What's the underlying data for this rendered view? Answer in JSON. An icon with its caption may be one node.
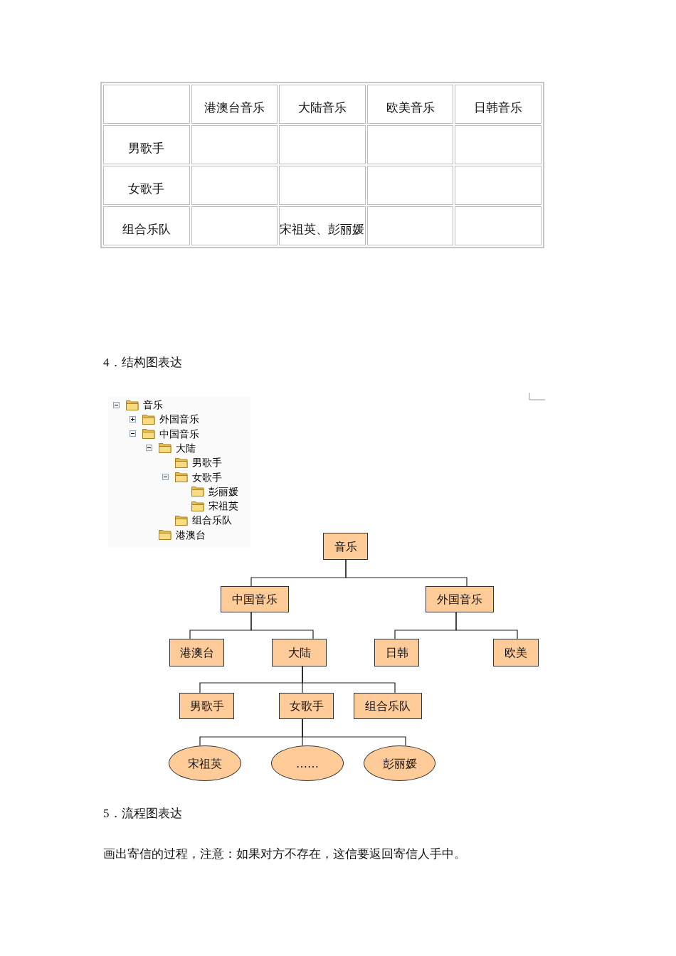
{
  "diagram": {
    "nodes": [
      {
        "text": [
          "音乐"
        ]
      },
      {
        "text": [
          "中国音乐"
        ]
      },
      {
        "text": [
          "外国音乐"
        ]
      },
      {
        "text": [
          "港澳台"
        ]
      },
      {
        "text": [
          "大陆"
        ]
      },
      {
        "text": [
          "日韩"
        ]
      },
      {
        "text": [
          "欧美"
        ]
      },
      {
        "text": [
          "男歌手"
        ]
      },
      {
        "text": [
          "女歌手"
        ]
      },
      {
        "text": [
          "组合乐队"
        ]
      },
      {
        "text": [
          "宋祖英"
        ]
      },
      {
        "text": [
          "……"
        ]
      },
      {
        "text": [
          "彭丽媛"
        ]
      }
    ],
    "edges": [
      {
        "from": 0,
        "to": 1,
        "arrow": "none"
      },
      {
        "from": 0,
        "to": 2,
        "arrow": "none"
      },
      {
        "from": 1,
        "to": 3,
        "arrow": "none"
      },
      {
        "from": 1,
        "to": 4,
        "arrow": "none"
      },
      {
        "from": 2,
        "to": 5,
        "arrow": "none"
      },
      {
        "from": 2,
        "to": 6,
        "arrow": "none"
      },
      {
        "from": 4,
        "to": 7,
        "arrow": "none"
      },
      {
        "from": 4,
        "to": 8,
        "arrow": "none"
      },
      {
        "from": 4,
        "to": 9,
        "arrow": "none"
      },
      {
        "from": 8,
        "to": 10,
        "arrow": "none"
      },
      {
        "from": 8,
        "to": 11,
        "arrow": "none"
      },
      {
        "from": 8,
        "to": 12,
        "arrow": "none"
      }
    ],
    "labels": [
      "港澳台音乐",
      "大陆音乐",
      "欧美音乐",
      "日韩音乐",
      "男歌手",
      "女歌手",
      "组合乐队",
      "宋祖英、彭丽媛",
      "4．结构图表达",
      "音乐",
      "外国音乐",
      "中国音乐",
      "大陆",
      "男歌手",
      "女歌手",
      "彭丽媛",
      "宋祖英",
      "组合乐队",
      "港澳台",
      "5．流程图表达",
      "画出寄信的过程，注意：如果对方不存在，这信要返回寄信人手中。"
    ]
  }
}
